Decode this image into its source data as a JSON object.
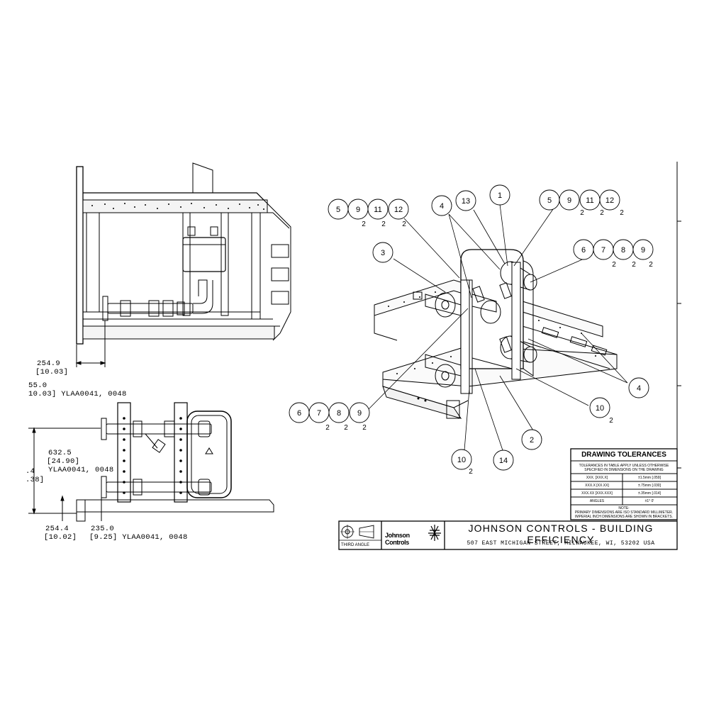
{
  "top_view": {
    "dim_a": "254.9",
    "dim_a_imperial": "[10.03]",
    "dim_b": "55.0",
    "dim_b_note": "10.03] YLAA0041, 0048"
  },
  "side_view": {
    "dim_a": "632.5",
    "dim_a_imperial": "[24.90]",
    "dim_a_note": "YLAA0041, 0048",
    "dim_b_partial": ".4",
    "dim_b_partial_imperial": ".38]",
    "dim_c": "254.4",
    "dim_c_imperial": "[10.02]",
    "dim_d": "235.0",
    "dim_d_note": "[9.25] YLAA0041, 0048"
  },
  "balloons": [
    {
      "id": "b-5a",
      "num": "5",
      "qty": ""
    },
    {
      "id": "b-9a",
      "num": "9",
      "qty": "2"
    },
    {
      "id": "b-11a",
      "num": "11",
      "qty": "2"
    },
    {
      "id": "b-12a",
      "num": "12",
      "qty": "2"
    },
    {
      "id": "b-4a",
      "num": "4",
      "qty": ""
    },
    {
      "id": "b-13",
      "num": "13",
      "qty": ""
    },
    {
      "id": "b-1",
      "num": "1",
      "qty": ""
    },
    {
      "id": "b-5b",
      "num": "5",
      "qty": ""
    },
    {
      "id": "b-9b",
      "num": "9",
      "qty": "2"
    },
    {
      "id": "b-11b",
      "num": "11",
      "qty": "2"
    },
    {
      "id": "b-12b",
      "num": "12",
      "qty": "2"
    },
    {
      "id": "b-3",
      "num": "3",
      "qty": ""
    },
    {
      "id": "b-6a",
      "num": "6",
      "qty": ""
    },
    {
      "id": "b-7a",
      "num": "7",
      "qty": "2"
    },
    {
      "id": "b-8a",
      "num": "8",
      "qty": "2"
    },
    {
      "id": "b-9c",
      "num": "9",
      "qty": "2"
    },
    {
      "id": "b-4b",
      "num": "4",
      "qty": ""
    },
    {
      "id": "b-10a",
      "num": "10",
      "qty": "2"
    },
    {
      "id": "b-6b",
      "num": "6",
      "qty": ""
    },
    {
      "id": "b-7b",
      "num": "7",
      "qty": "2"
    },
    {
      "id": "b-8b",
      "num": "8",
      "qty": "2"
    },
    {
      "id": "b-9d",
      "num": "9",
      "qty": "2"
    },
    {
      "id": "b-2",
      "num": "2",
      "qty": ""
    },
    {
      "id": "b-10b",
      "num": "10",
      "qty": "2"
    },
    {
      "id": "b-14",
      "num": "14",
      "qty": ""
    }
  ],
  "tolerances": {
    "title": "DRAWING TOLERANCES",
    "intro": "TOLERANCES IN TABLE APPLY UNLESS OTHERWISE\nSPECIFIED IN DIMENSIONS ON THE DRAWING",
    "rows": [
      {
        "format": "XXX. [XXX.X]",
        "value": "±1.5mm [.059]"
      },
      {
        "format": "XXX.X [XX.XX]",
        "value": "±.75mm [.030]"
      },
      {
        "format": "XXX.XX [XXX.XXX]",
        "value": "±.35mm [.014]"
      },
      {
        "format": "ANGLES",
        "value": "±1° 0'"
      }
    ],
    "note": "NOTE:\nPRIMARY DIMENSIONS ARE ISO STANDARD MILLIMETER.\nIMPERIAL INCH DIMENSIONS ARE SHOWN IN BRACKETS."
  },
  "title_block": {
    "projection": "THIRD ANGLE",
    "logo_line1": "Johnson",
    "logo_line2": "Controls",
    "company": "JOHNSON CONTROLS - BUILDING EFFICIENCY",
    "address": "507 EAST MICHIGAN STREET, MILWAUKEE, WI, 53202 USA"
  }
}
